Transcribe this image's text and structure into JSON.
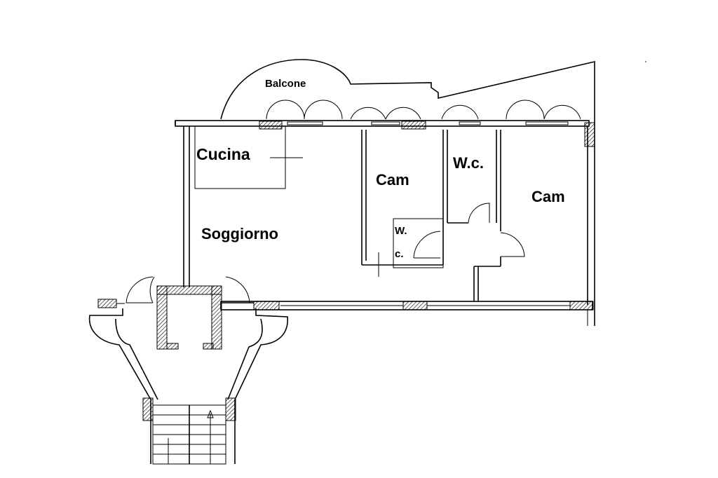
{
  "plan": {
    "rooms": [
      {
        "id": "balcone",
        "label": "Balcone"
      },
      {
        "id": "cucina",
        "label": "Cucina"
      },
      {
        "id": "soggiorno",
        "label": "Soggiorno"
      },
      {
        "id": "cam1",
        "label": "Cam"
      },
      {
        "id": "wc1",
        "label": "W.c."
      },
      {
        "id": "cam2",
        "label": "Cam"
      },
      {
        "id": "wc2a",
        "label": "W."
      },
      {
        "id": "wc2b",
        "label": "c."
      }
    ]
  }
}
